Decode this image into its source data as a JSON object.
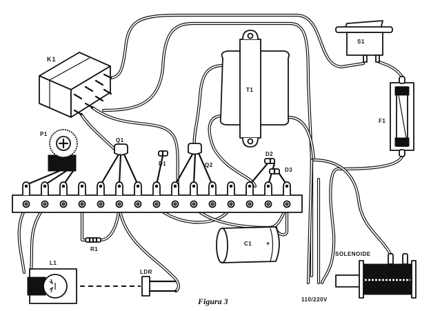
{
  "figure": {
    "caption": "Figura 3",
    "type": "wiring-assembly-diagram"
  },
  "components": {
    "relay": {
      "label": "K1",
      "kind": "relay"
    },
    "switch": {
      "label": "S1",
      "kind": "rocker-switch"
    },
    "transformer": {
      "label": "T1",
      "kind": "transformer"
    },
    "fuse": {
      "label": "F1",
      "kind": "fuse-holder"
    },
    "potentiometer": {
      "label": "P1",
      "kind": "trimmer-potentiometer"
    },
    "transistor1": {
      "label": "Q1",
      "kind": "transistor"
    },
    "transistor2": {
      "label": "Q2",
      "kind": "transistor"
    },
    "diode1": {
      "label": "D1",
      "kind": "diode"
    },
    "diode2": {
      "label": "D2",
      "kind": "diode"
    },
    "diode3": {
      "label": "D3",
      "kind": "diode"
    },
    "capacitor": {
      "label": "C1",
      "polarity": "+",
      "kind": "electrolytic-capacitor"
    },
    "resistor": {
      "label": "R1",
      "kind": "resistor"
    },
    "lamp": {
      "label": "L1",
      "kind": "lamp"
    },
    "ldr": {
      "label": "LDR",
      "kind": "light-dependent-resistor"
    },
    "solenoid": {
      "label": "SOLENOIDE",
      "kind": "solenoid"
    },
    "mains": {
      "label": "110/220V",
      "kind": "power-input"
    }
  },
  "terminal_strip": {
    "terminal_count": 15
  }
}
